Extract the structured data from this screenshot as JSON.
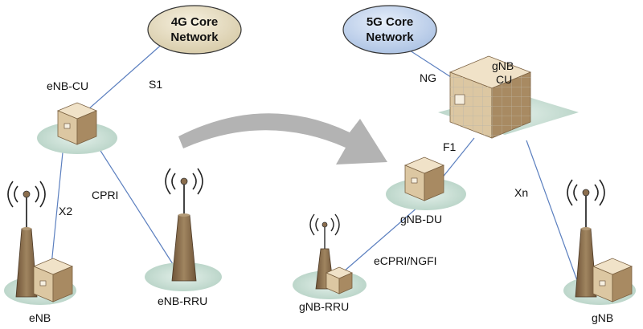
{
  "cores": {
    "core4g": {
      "line1": "4G Core",
      "line2": "Network",
      "fill": "#e8dfc4"
    },
    "core5g": {
      "line1": "5G Core",
      "line2": "Network",
      "fill": "#c9daf0"
    }
  },
  "nodes": {
    "enb_cu": "eNB-CU",
    "enb": "eNB",
    "enb_rru": "eNB-RRU",
    "gnb_cu_line1": "gNB",
    "gnb_cu_line2": "CU",
    "gnb_du": "gNB-DU",
    "gnb_rru": "gNB-RRU",
    "gnb": "gNB"
  },
  "links": {
    "s1": "S1",
    "x2": "X2",
    "cpri": "CPRI",
    "ng": "NG",
    "f1": "F1",
    "xn": "Xn",
    "ecpri": "eCPRI/NGFI"
  },
  "colors": {
    "link": "#5b7fbf",
    "platform": "#cfe3da",
    "box_front": "#dcc7a2",
    "box_side": "#a88a62",
    "box_top": "#f0e2c8",
    "tower": "#8b6e4e",
    "arrow": "#b3b3b3"
  },
  "icons": [
    "antenna-icon",
    "network-box-icon",
    "migration-arrow-icon"
  ]
}
